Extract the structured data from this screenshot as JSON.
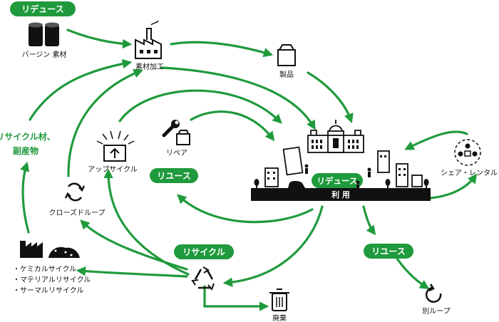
{
  "colors": {
    "accent": "#1f9a3c",
    "ink": "#111111"
  },
  "pills": {
    "reduce_top": "リデュース",
    "reuse_left": "リユース",
    "recycle": "リサイクル",
    "reduce_center": "リデュース",
    "reuse_bottom": "リユース"
  },
  "labels": {
    "virgin": "バージン 素材",
    "processing": "素材加工",
    "product": "製品",
    "repair": "リペア",
    "upcycle": "アップサイクル",
    "closed_loop": "クローズドループ",
    "recycled_line1": "リサイクル材、",
    "recycled_line2": "副産物",
    "chemical": "・ケミカルサイクル",
    "material": "・マテリアルリサイクル",
    "thermal": "・サーマルリサイクル",
    "usage": "利 用",
    "share": "シェア・レンタル",
    "disposal": "廃棄",
    "other_loop": "別ループ"
  },
  "icons": {
    "virgin": "barrels-icon",
    "processing": "factory-icon",
    "product": "box-icon",
    "repair": "wrench-icon",
    "upcycle": "upcycle-box-icon",
    "closed_loop": "cycle-icon",
    "recycle_plant": "factory-pile-icon",
    "recycle": "recycle-icon",
    "share": "people-cycle-icon",
    "disposal": "trash-icon",
    "other_loop": "loop-icon",
    "city": "city-icon"
  }
}
